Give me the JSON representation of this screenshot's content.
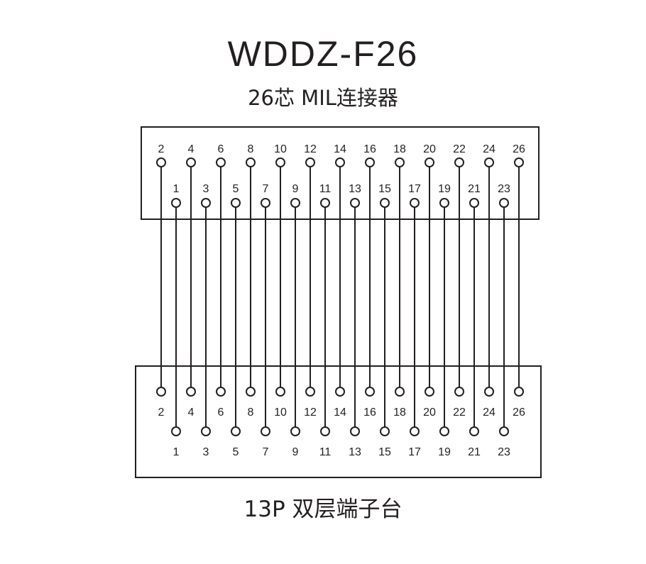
{
  "title": "WDDZ-F26",
  "subtitle": "26芯 MIL连接器",
  "footer": "13P 双层端子台",
  "colors": {
    "stroke": "#231f20",
    "background": "#ffffff"
  },
  "connector": {
    "top_row_pins": [
      "2",
      "4",
      "6",
      "8",
      "10",
      "12",
      "14",
      "16",
      "18",
      "20",
      "22",
      "24",
      "26"
    ],
    "bottom_row_pins": [
      "1",
      "3",
      "5",
      "7",
      "9",
      "11",
      "13",
      "15",
      "17",
      "19",
      "21",
      "23"
    ]
  },
  "terminal_block": {
    "top_row_terminals": [
      "2",
      "4",
      "6",
      "8",
      "10",
      "12",
      "14",
      "16",
      "18",
      "20",
      "22",
      "24",
      "26"
    ],
    "bottom_row_terminals": [
      "1",
      "3",
      "5",
      "7",
      "9",
      "11",
      "13",
      "15",
      "17",
      "19",
      "21",
      "23"
    ]
  }
}
